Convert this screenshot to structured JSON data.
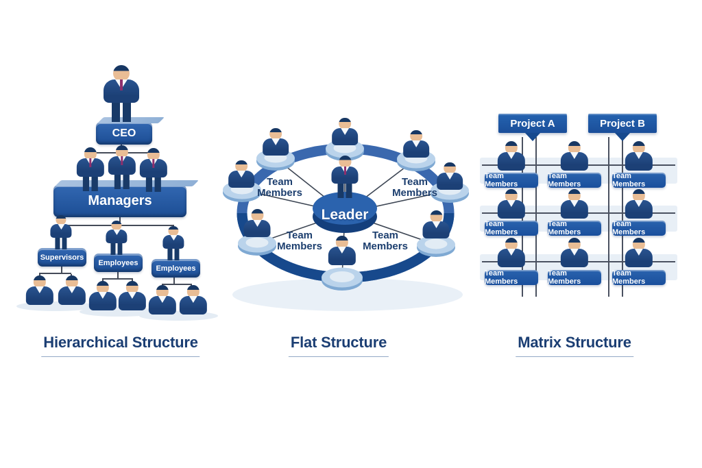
{
  "sections": {
    "hierarchical": {
      "title": "Hierarchical Structure",
      "ceo_label": "CEO",
      "managers_label": "Managers",
      "supervisors_label": "Supervisors",
      "employees_label_1": "Employees",
      "employees_label_2": "Employees"
    },
    "flat": {
      "title": "Flat Structure",
      "leader_label": "Leader",
      "team_members_label": "Team Members"
    },
    "matrix": {
      "title": "Matrix Structure",
      "project_a_label": "Project A",
      "project_b_label": "Project B",
      "team_members_label": "Team Members"
    }
  },
  "colors": {
    "background": "#ffffff",
    "title_text": "#1b3e73",
    "title_underline": "#93a8c6",
    "block_blue": "#1d55a0",
    "suit_navy": "#1c4076",
    "skin": "#e9bd95",
    "ring_blue": "#2159a4",
    "ring_blue_dark": "#17498c",
    "pad_light_blue": "#bad3eb",
    "connector_line": "#454b58",
    "row_band": "#e8eff6"
  },
  "icons": {
    "person": "person-figure built from css shapes (head circle + suit torso + legs)"
  }
}
